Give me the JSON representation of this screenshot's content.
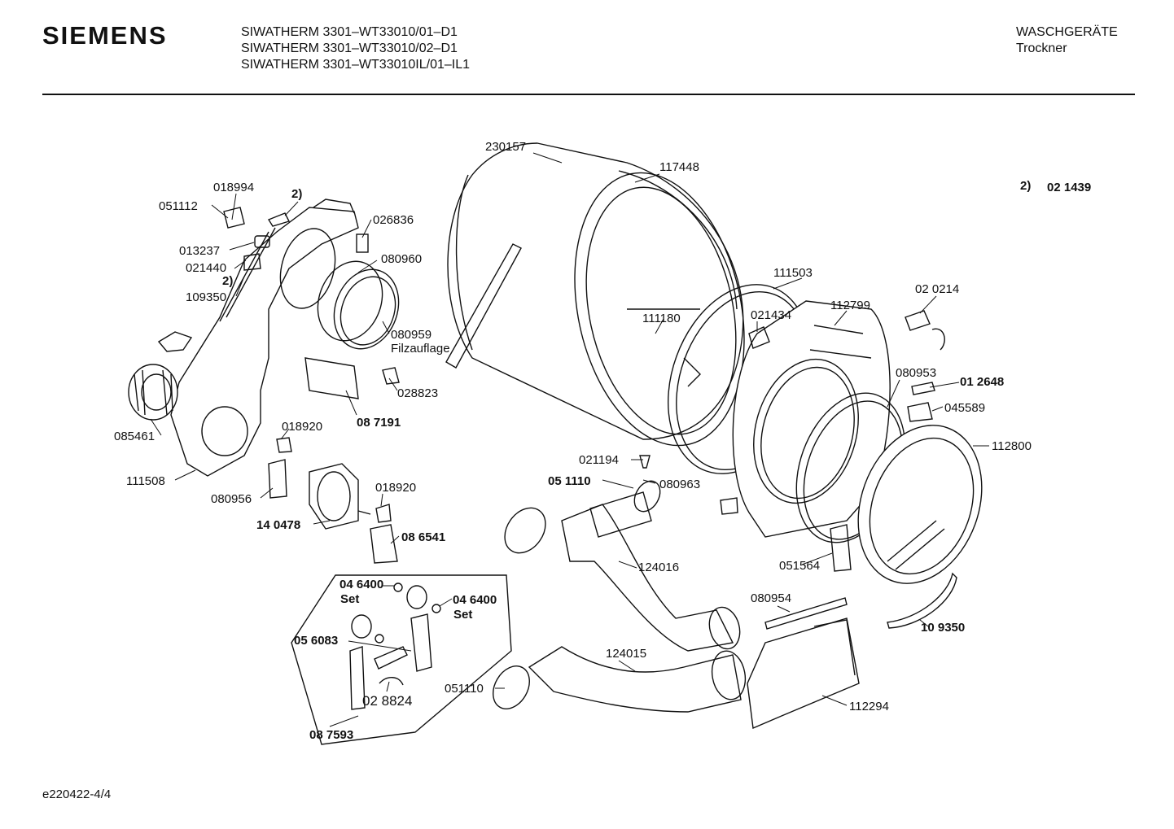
{
  "header": {
    "brand": "SIEMENS",
    "models": [
      "SIWATHERM 3301–WT33010/01–D1",
      "SIWATHERM 3301–WT33010/02–D1",
      "SIWATHERM 3301–WT33010IL/01–IL1"
    ],
    "category": "WASCHGERÄTE",
    "subcategory": "Trockner"
  },
  "footnote": {
    "marker": "2)",
    "part": "02 1439"
  },
  "parts": {
    "p230157": "230157",
    "p117448": "117448",
    "p018994": "018994",
    "p051112": "051112",
    "m2a": "2)",
    "p026836": "026836",
    "p013237": "013237",
    "p021440": "021440",
    "m2b": "2)",
    "p080960": "080960",
    "p109350": "109350",
    "p080959": "080959",
    "filz": "Filzauflage",
    "p028823": "028823",
    "p087191": "08 7191",
    "p085461": "085461",
    "p018920a": "018920",
    "p111508": "111508",
    "p080956": "080956",
    "p018920b": "018920",
    "p140478": "14 0478",
    "p086541": "08 6541",
    "p111503": "111503",
    "p111180": "111180",
    "p021434": "021434",
    "p112799": "112799",
    "p020214": "02 0214",
    "p080953": "080953",
    "p012648": "01 2648",
    "p045589": "045589",
    "p112800": "112800",
    "p021194": "021194",
    "p051110a": "05 1110",
    "p080963": "080963",
    "p051564": "051564",
    "p124016": "124016",
    "p080954": "080954",
    "p109350b": "10 9350",
    "p046400a": "04 6400",
    "set1": "Set",
    "p046400b": "04 6400",
    "set2": "Set",
    "p056083": "05 6083",
    "p028824": "02 8824",
    "p087593": "08 7593",
    "p124015": "124015",
    "p051110b": "051110",
    "p112294": "112294"
  },
  "footer": {
    "doc_id": "e220422-4/4"
  }
}
